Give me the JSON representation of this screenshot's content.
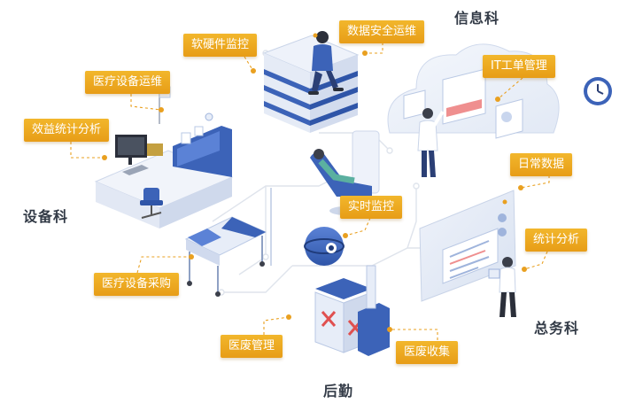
{
  "departments": {
    "info": "信息科",
    "equipment": "设备科",
    "general_affairs": "总务科",
    "logistics": "后勤"
  },
  "tags": {
    "software_monitor": "软硬件监控",
    "data_security": "数据安全运维",
    "it_ticket": "IT工单管理",
    "medical_equipment_om": "医疗设备运维",
    "benefit_analysis": "效益统计分析",
    "daily_data": "日常数据",
    "realtime_monitor": "实时监控",
    "statistics_analysis": "统计分析",
    "equipment_purchase": "医疗设备采购",
    "waste_management": "医废管理",
    "waste_collection": "医废收集"
  },
  "colors": {
    "tag_orange": "#e9a020",
    "dept_text": "#333b47",
    "blue_primary": "#3c63b8",
    "blue_light": "#e7edf8",
    "line_gray": "#dfe4ec"
  },
  "icons": [
    "wall-clock-icon",
    "warning-flag-icon"
  ]
}
